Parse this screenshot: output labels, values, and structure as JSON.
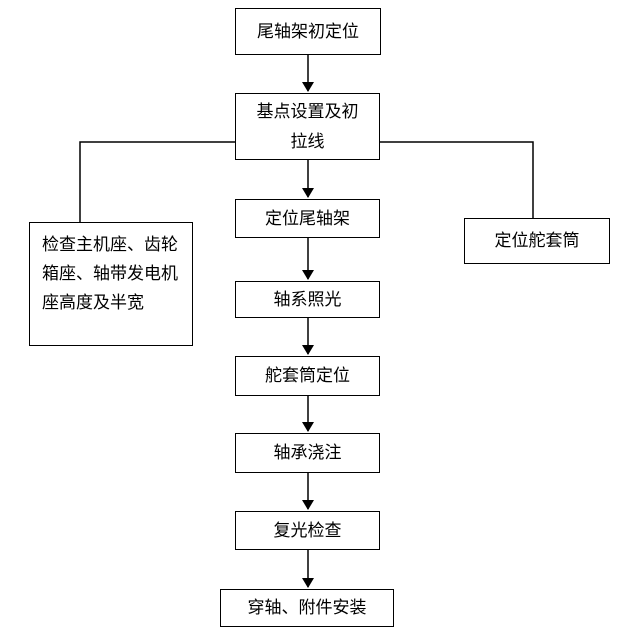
{
  "nodes": {
    "tailshaft_bracket_initial_position": "尾轴架初定位",
    "datum_setup_and_initial_wire": "基点设置及初拉线",
    "check_heights": "检查主机座、齿轮箱座、轴带发电机座高度及半宽",
    "position_tailshaft_bracket": "定位尾轴架",
    "position_rudder_tube": "定位舵套筒",
    "shafting_sighting": "轴系照光",
    "rudder_tube_positioning": "舵套筒定位",
    "bearing_pouring": "轴承浇注",
    "recheck_sighting": "复光检查",
    "shaft_insertion_and_fittings": "穿轴、附件安装"
  }
}
